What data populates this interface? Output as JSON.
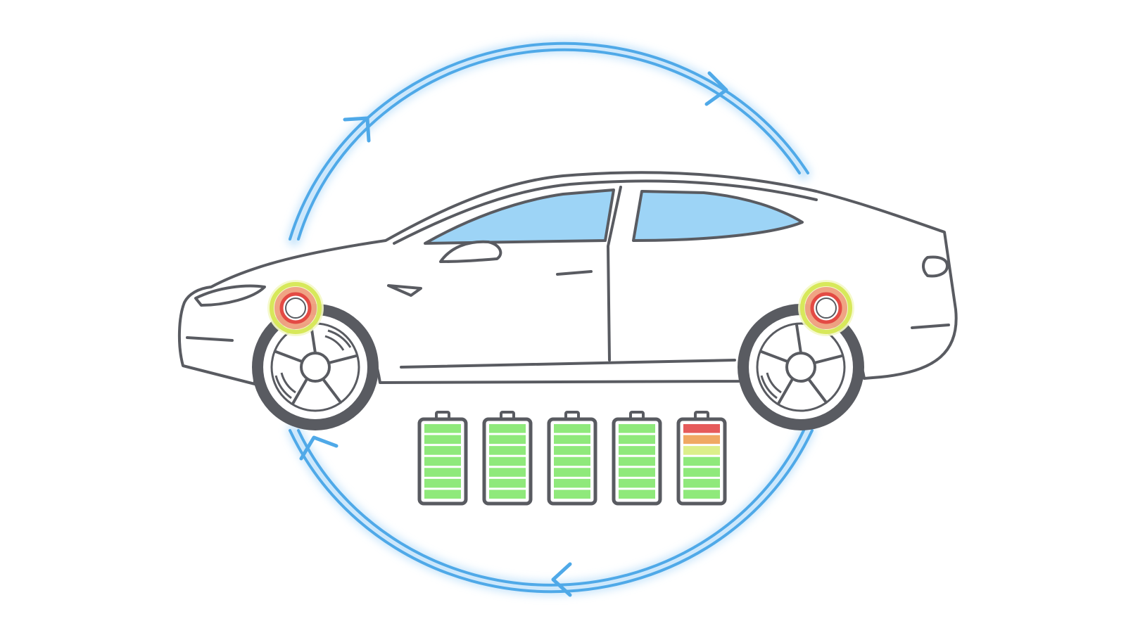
{
  "colors": {
    "background": "#ffffff",
    "outline": "#595b61",
    "window": "#9dd4f6",
    "cycle": "#4fa9e8",
    "cycle_glow": "#bfe1fa",
    "hot_inner": "#e34a44",
    "hot_mid": "#ef8e72",
    "hot_outer": "#d7e85a",
    "cell_full": "#8fe97b",
    "cell_warn_low": "#dcef8a",
    "cell_warn_mid": "#f0a863",
    "cell_warn_high": "#e65b5b",
    "cell_empty": "#ffffff"
  },
  "icons": {
    "cycle": "regenerative-cycle-arrows-icon",
    "car": "electric-sedan-side-view-icon",
    "brake": "brake-heat-indicator-icon",
    "battery": "battery-icon"
  },
  "batteries": [
    {
      "charge_fraction": 1.0,
      "warning": false
    },
    {
      "charge_fraction": 1.0,
      "warning": false
    },
    {
      "charge_fraction": 1.0,
      "warning": false
    },
    {
      "charge_fraction": 1.0,
      "warning": false
    },
    {
      "charge_fraction": 1.0,
      "warning": true
    }
  ]
}
